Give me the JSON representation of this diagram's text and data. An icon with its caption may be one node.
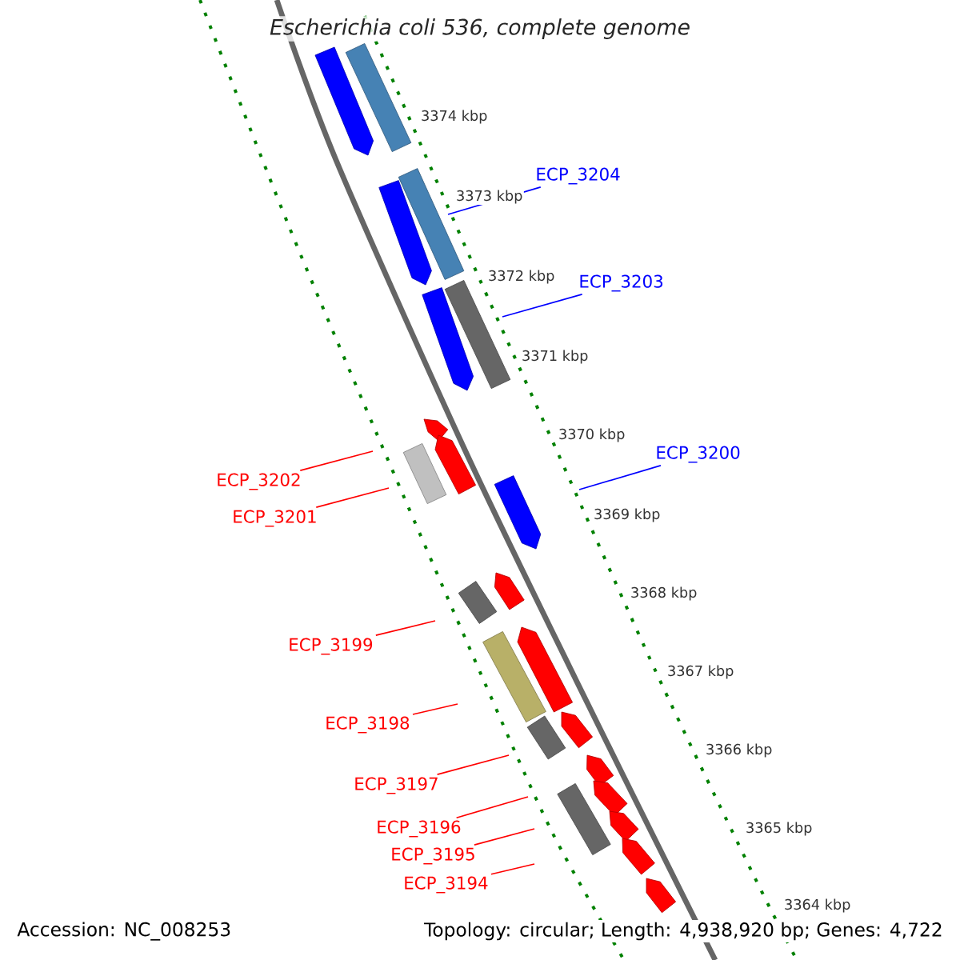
{
  "diagram": {
    "title": "*Escherichia coli* 536, complete genome",
    "nodes": [
      {
        "text": [
          "ECP_3204"
        ]
      },
      {
        "text": [
          "ECP_3203"
        ]
      },
      {
        "text": [
          "ECP_3200"
        ]
      },
      {
        "text": [
          "ECP_3202"
        ]
      },
      {
        "text": [
          "ECP_3201"
        ]
      },
      {
        "text": [
          "ECP_3199"
        ]
      },
      {
        "text": [
          "ECP_3198"
        ]
      },
      {
        "text": [
          "ECP_3197"
        ]
      },
      {
        "text": [
          "ECP_3196"
        ]
      },
      {
        "text": [
          "ECP_3195"
        ]
      },
      {
        "text": [
          "ECP_3194"
        ]
      }
    ],
    "edges": [
      {
        "from": 0,
        "to": null,
        "arrow": "none",
        "color": "#0000ff"
      },
      {
        "from": 1,
        "to": null,
        "arrow": "none",
        "color": "#0000ff"
      },
      {
        "from": 2,
        "to": null,
        "arrow": "none",
        "color": "#0000ff"
      },
      {
        "from": 3,
        "to": null,
        "arrow": "none"
      },
      {
        "from": 4,
        "to": null,
        "arrow": "none"
      },
      {
        "from": 5,
        "to": null,
        "arrow": "none"
      },
      {
        "from": 6,
        "to": null,
        "arrow": "none"
      },
      {
        "from": 7,
        "to": null,
        "arrow": "none"
      },
      {
        "from": 8,
        "to": null,
        "arrow": "none"
      },
      {
        "from": 9,
        "to": null,
        "arrow": "none"
      },
      {
        "from": 10,
        "to": null,
        "arrow": "none"
      }
    ],
    "labels": [
      "3374 kbp",
      "3373 kbp",
      "3372 kbp",
      "3371 kbp",
      "3370 kbp",
      "3369 kbp",
      "3368 kbp",
      "3367 kbp",
      "3366 kbp",
      "3365 kbp",
      "3364 kbp",
      "Accession: NC_008253",
      "Topology: circular; Length: 4,938,920 bp; Genes: 4,722"
    ]
  }
}
